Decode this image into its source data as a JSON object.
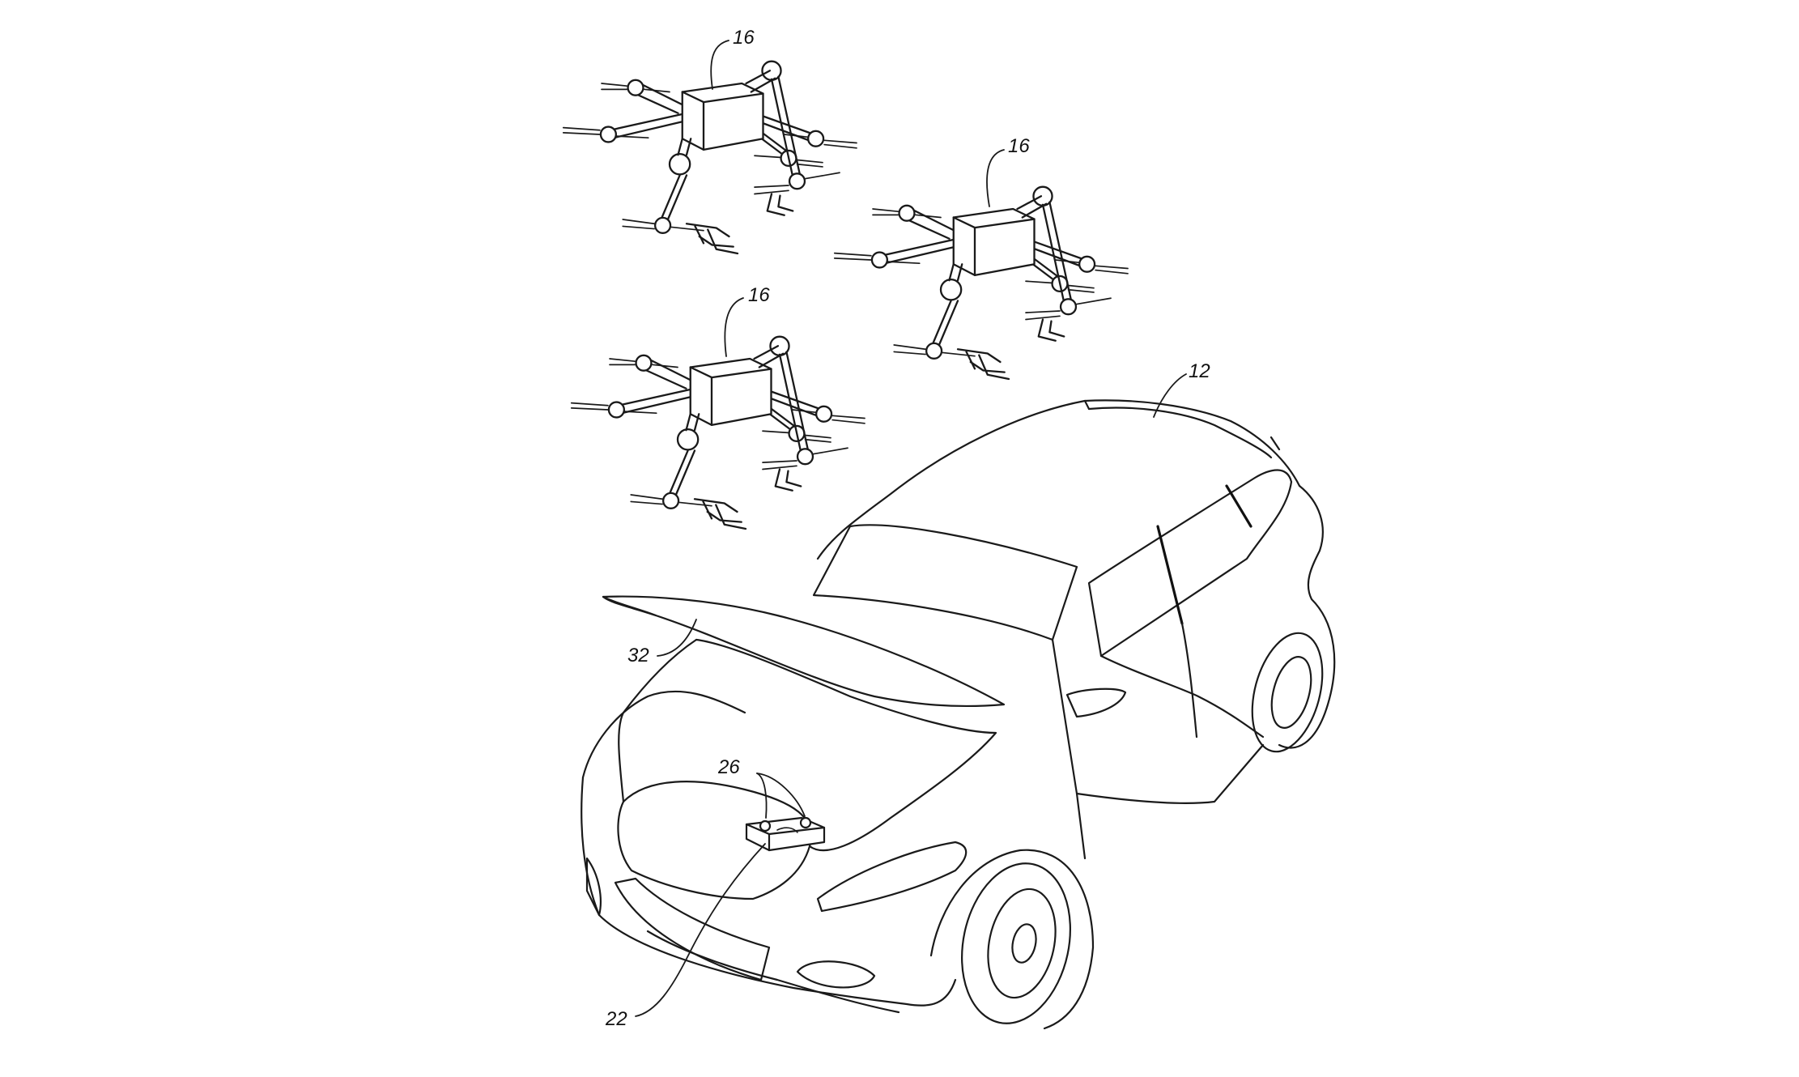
{
  "labels": {
    "drone_top": "16",
    "drone_right": "16",
    "drone_middle": "16",
    "vehicle": "12",
    "hood": "32",
    "terminals": "26",
    "battery": "22"
  },
  "icons": {
    "drone": "quadcopter-with-arms-icon",
    "vehicle": "suv-open-hood-icon",
    "battery": "battery-icon"
  }
}
